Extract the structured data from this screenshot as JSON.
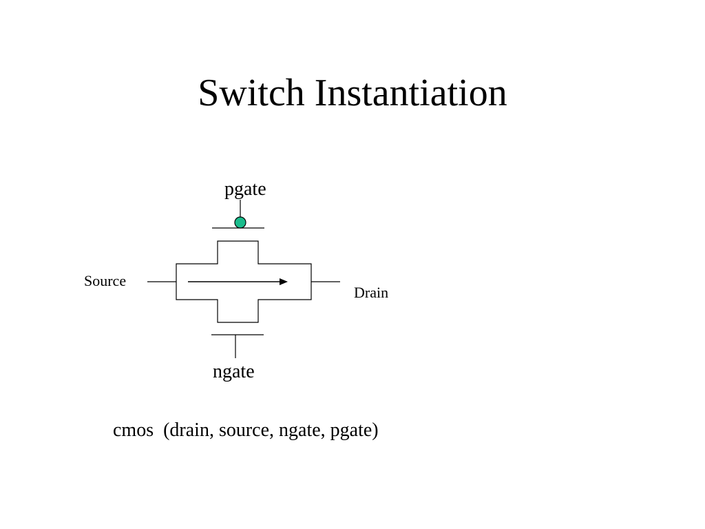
{
  "slide": {
    "title": "Switch Instantiation"
  },
  "diagram": {
    "labels": {
      "pgate": "pgate",
      "ngate": "ngate",
      "source": "Source",
      "drain": "Drain"
    },
    "colors": {
      "pgate_bubble": "#1abc8c",
      "stroke": "#000000"
    }
  },
  "code": {
    "statement": "cmos  (drain, source, ngate, pgate)"
  }
}
